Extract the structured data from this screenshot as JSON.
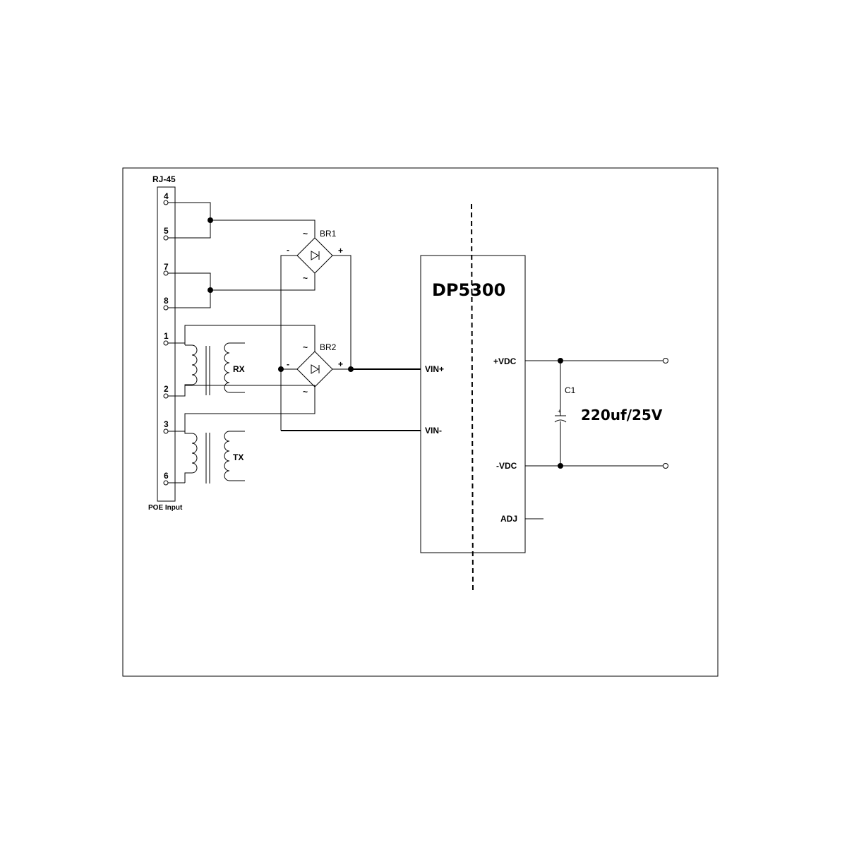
{
  "connector": {
    "name": "RJ-45",
    "caption": "POE Input",
    "pins": [
      "4",
      "5",
      "7",
      "8",
      "1",
      "2",
      "3",
      "6"
    ]
  },
  "bridges": [
    {
      "ref": "BR1",
      "ac1": "~",
      "ac2": "~",
      "neg": "-",
      "pos": "+"
    },
    {
      "ref": "BR2",
      "ac1": "~",
      "ac2": "~",
      "neg": "-",
      "pos": "+"
    }
  ],
  "transformers": {
    "rx": "RX",
    "tx": "TX"
  },
  "module": {
    "name": "DP5300",
    "pins": {
      "vin_pos": "VIN+",
      "vin_neg": "VIN-",
      "vdc_pos": "+VDC",
      "vdc_neg": "-VDC",
      "adj": "ADJ"
    }
  },
  "capacitor": {
    "ref": "C1",
    "value": "220uf/25V"
  }
}
